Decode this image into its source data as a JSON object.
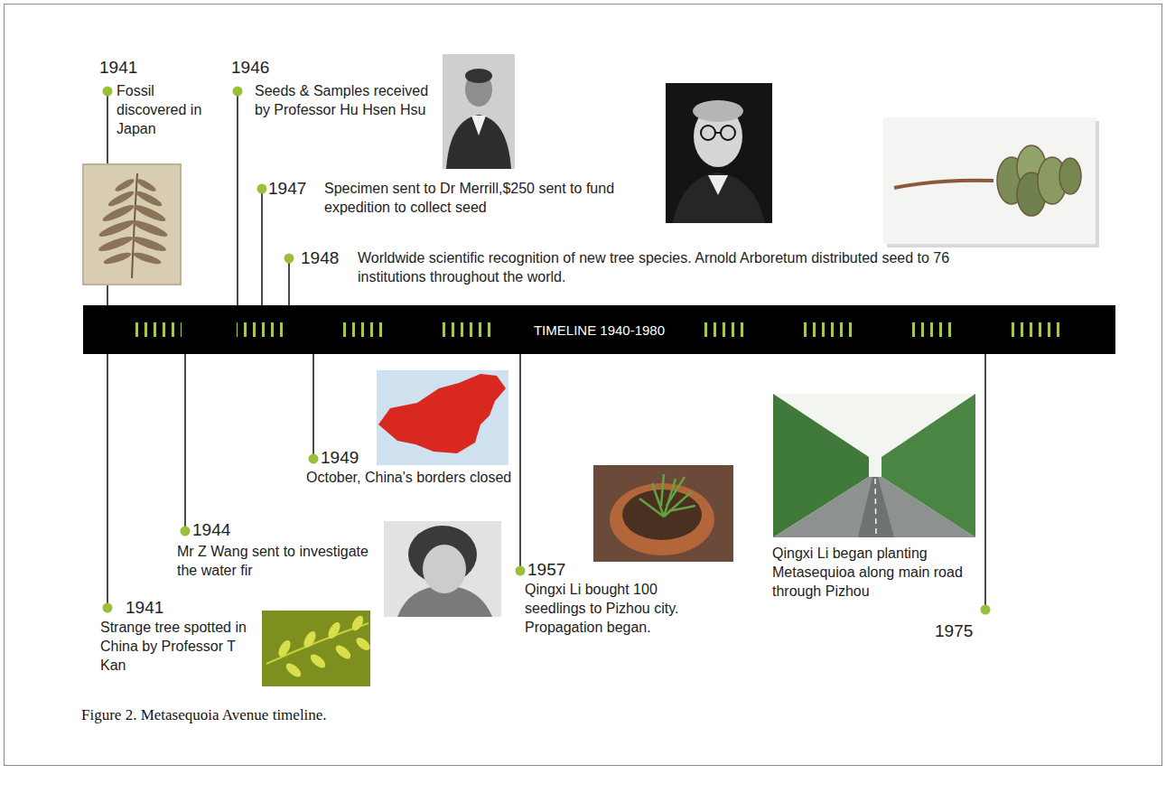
{
  "diagram": {
    "caption": "Figure 2. Metasequoia Avenue timeline.",
    "nodes": [
      {
        "text": [
          "TIMELINE 1940-1980"
        ]
      }
    ],
    "edges": [],
    "labels": [
      "1941",
      "Fossil discovered in Japan",
      "1946",
      "Seeds & Samples received by Professor Hu Hsen Hsu",
      "1947",
      "Specimen sent to Dr Merrill,$250 sent to fund expedition to collect seed",
      "1948",
      "Worldwide scientific recognition of new tree species. Arnold Arboretum distributed seed to 76 institutions throughout the world.",
      "1941",
      "Strange tree spotted in China by Professor T Kan",
      "1944",
      "Mr Z Wang sent to investigate the water fir",
      "1949",
      "October, China's borders closed",
      "1957",
      "Qingxi Li bought 100 seedlings to Pizhou city. Propagation began.",
      "Qingxi Li began planting Metasequioa along main road through Pizhou",
      "1975"
    ]
  }
}
